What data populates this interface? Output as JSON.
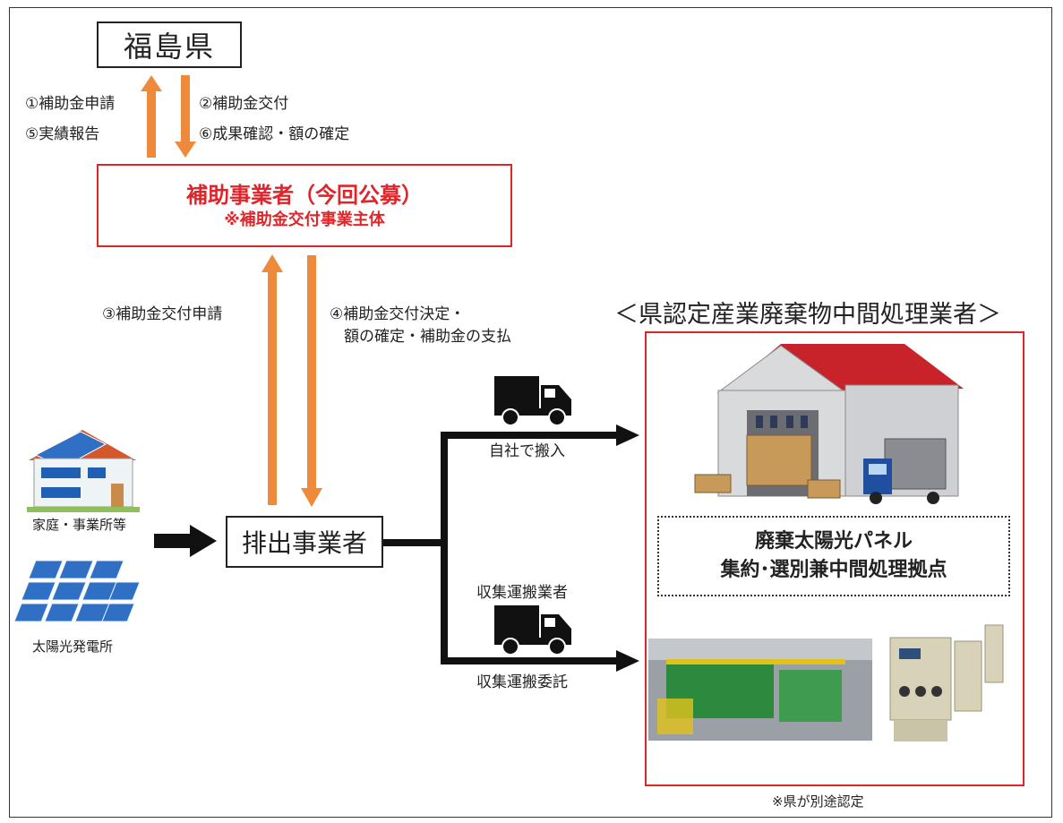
{
  "prefecture": {
    "label": "福島県"
  },
  "flows_top": {
    "left": [
      "①補助金申請",
      "⑤実績報告"
    ],
    "right": [
      "②補助金交付",
      "⑥成果確認・額の確定"
    ]
  },
  "subsidy_operator": {
    "line1": "補助事業者（今回公募）",
    "line2": "※補助金交付事業主体"
  },
  "flows_mid": {
    "left": "③補助金交付申請",
    "right_line1": "④補助金交付決定・",
    "right_line2": "額の確定・補助金の支払"
  },
  "sources": {
    "home": "家庭・事業所等",
    "solar_plant": "太陽光発電所"
  },
  "emitter": {
    "label": "排出事業者"
  },
  "routes": {
    "self": "自社で搬入",
    "contractor_top": "収集運搬業者",
    "contractor_bottom": "収集運搬委託"
  },
  "facility": {
    "title": "＜県認定産業廃棄物中間処理業者＞",
    "hub_line1": "廃棄太陽光パネル",
    "hub_line2": "集約･選別兼中間処理拠点",
    "note": "※県が別途認定"
  },
  "colors": {
    "orange_arrow": "#ef8a3d",
    "red_border": "#e0252a",
    "black": "#111111"
  },
  "icons": [
    "house-with-solar-icon",
    "solar-panel-array-icon",
    "truck-icon",
    "warehouse-icon",
    "processing-machine-icon",
    "blasting-cabinet-icon"
  ]
}
